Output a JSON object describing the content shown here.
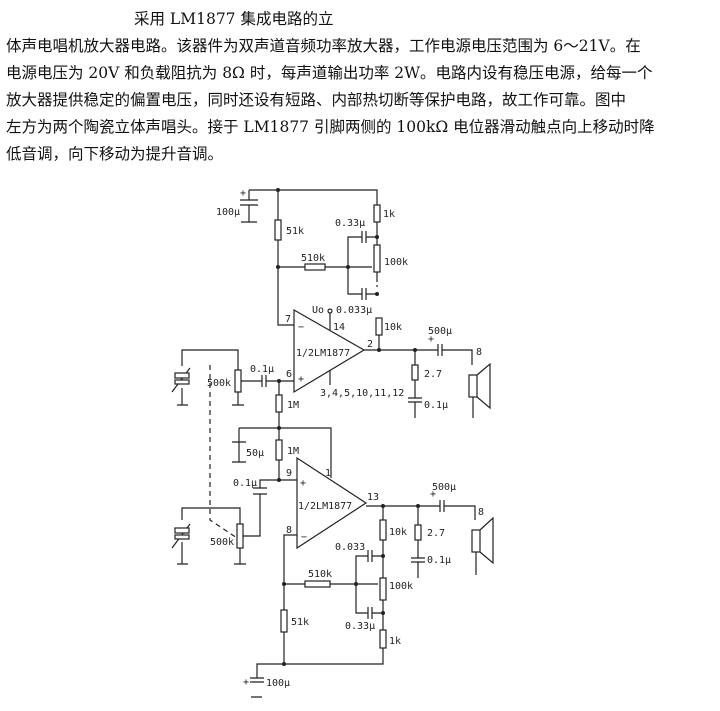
{
  "document": {
    "paragraph": [
      "采用 LM1877 集成电路的立",
      "体声电唱机放大器电路。该器件为双声道音频功率放大器，工作电源电压范围为 6～21V。在",
      "电源电压为 20V 和负载阻抗为 8Ω 时，每声道输出功率 2W。电路内设有稳压电源，给每一个",
      "放大器提供稳定的偏置电压，同时还设有短路、内部热切断等保护电路，故工作可靠。图中",
      "左方为两个陶瓷立体声唱头。接于 LM1877 引脚两侧的 100kΩ 电位器滑动触点向上移动时降",
      "低音调，向下移动为提升音调。"
    ]
  },
  "schematic": {
    "top": {
      "c_supply": "100μ",
      "plus": "+",
      "r_51k": "51k",
      "r_1k": "1k",
      "c_033": "0.33μ",
      "r_510k": "510k",
      "pot_100k": "100k",
      "uo": "Uo",
      "c_0033": "0.033μ",
      "pin14": "14",
      "pin7": "7",
      "minus": "−",
      "pin6": "6",
      "plus_in": "+",
      "chip": "1/2LM1877",
      "pin2": "2",
      "r_10k": "10k",
      "c_500": "500μ",
      "plus_out": "+",
      "spk": "8",
      "r_27": "2.7",
      "c_01": "0.1μ",
      "gnd_pins": "3,4,5,10,11,12",
      "c_in": "0.1μ",
      "pot_500k": "500k",
      "r_1m": "1M"
    },
    "bottom": {
      "c_50": "50μ",
      "r_1m": "1M",
      "pin9": "9",
      "pin1": "1",
      "plus_in": "+",
      "c_in": "0.1μ",
      "chip": "1/2LM1877",
      "pin13": "13",
      "c_500": "500μ",
      "plus_out": "+",
      "spk": "8",
      "pin8": "8",
      "minus": "−",
      "r_10k": "10k",
      "r_27": "2.7",
      "pot_500k": "500k",
      "c_0033": "0.033",
      "c_01": "0.1μ",
      "r_510k": "510k",
      "pot_100k": "100k",
      "r_51k": "51k",
      "c_033": "0.33μ",
      "r_1k": "1k",
      "c_supply": "100μ",
      "plus": "+"
    }
  }
}
